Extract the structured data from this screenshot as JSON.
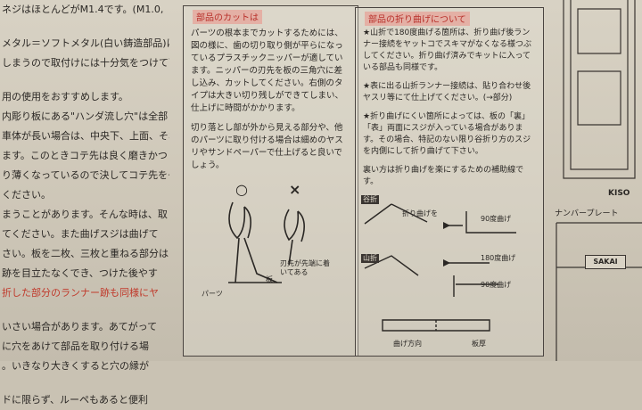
{
  "left_column": {
    "lines": [
      "ネジはほとんどがM1.4です。(M1.0,",
      "",
      "メタル＝ソフトメタル(白い鋳造部品)は、",
      "しまうので取付けには十分気をつけて下",
      "",
      "用の使用をおすすめします。",
      "内彫り板にある\"ハンダ流し穴\"は全部",
      "車体が長い場合は、中央下、上面、それ",
      "ます。このときコテ先は良く磨きかつ",
      "り薄くなっているので決してコテ先をグ",
      "ください。",
      "まうことがあります。そんな時は、取",
      "てください。また曲げスジは曲げて",
      "さい。板を二枚、三枚と重ねる部分は",
      "跡を目立たなくでき、つけた後やす",
      "折した部分のランナー跡も同様にヤ",
      "",
      "いさい場合があります。あてがって",
      "に穴をあけて部品を取り付ける場",
      "。いきなり大きくすると穴の縁が",
      "",
      "ドに限らず、ルーペもあると便利"
    ],
    "red_line_index": 15
  },
  "panel_cut": {
    "title": "部品のカットは",
    "paragraphs": [
      "パーツの根本までカットするためには、図の様に、歯の切り取り側が平らになっているプラスチックニッパーが適しています。ニッパーの刃先を板の三角穴に差し込み、カットしてください。右側のタイプは大きい切り残しができてしまい、仕上げに時間がかかります。",
      "切り落とし部が外から見える部分や、他のパーツに取り付ける場合は細めのヤスリやサンドペーパーで仕上げると良いでしょう。"
    ],
    "figure": {
      "ok_mark": "○",
      "ng_mark": "×",
      "parts_label": "パーツ",
      "plate_label": "板",
      "note": "刃先が先端に着いてある"
    }
  },
  "panel_fold": {
    "title": "部品の折り曲げについて",
    "paragraphs": [
      "★山折で180度曲げる箇所は、折り曲げ後ランナー接続をヤットコでスキマがなくなる様つぶしてください。折り曲げ済みでキットに入っている部品も同様です。",
      "★表に出る山折ランナー接続は、貼り合わせ後ヤスリ等にて仕上げてください。(→部分)",
      "★折り曲げにくい箇所によっては、板の「裏」「表」両面にスジが入っている場合があります。その場合、特記のない限り谷折り方のスジを内側にして折り曲げて下さい。",
      "裏い方は折り曲げを楽にするための補助線です。"
    ],
    "figure": {
      "valley_tag": "谷折",
      "mountain_tag": "山折",
      "fold_label": "折り曲げを",
      "deg90": "90度曲げ",
      "deg180": "180度曲げ",
      "deg90b": "90度曲げ",
      "direction": "曲げ方向",
      "plate": "板厚"
    }
  },
  "right_strip": {
    "plate_title": "ナンバープレート",
    "kiso": "KISO",
    "seal_text": "SAKAI"
  }
}
